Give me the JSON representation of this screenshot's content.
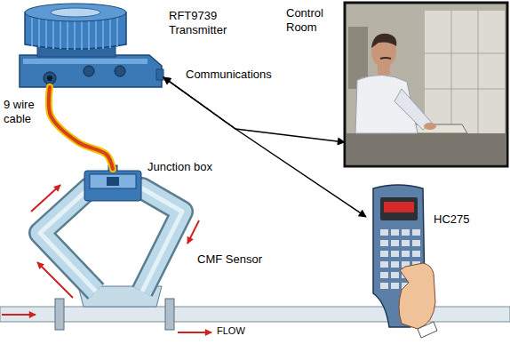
{
  "diagram": {
    "nodes": [
      {
        "text": [
          "RFT9739 Transmitter"
        ]
      },
      {
        "text": [
          "Control Room"
        ]
      },
      {
        "text": [
          "HC275"
        ]
      },
      {
        "text": [
          "Junction box"
        ]
      },
      {
        "text": [
          "CMF Sensor"
        ]
      }
    ],
    "edges": [
      {
        "from": 0,
        "to": 1,
        "arrow": "both",
        "label": "Communications"
      },
      {
        "from": 0,
        "to": 2,
        "arrow": "both"
      },
      {
        "from": 0,
        "to": 3,
        "arrow": "none",
        "label": "9 wire cable"
      }
    ],
    "labels": [
      "FLOW"
    ]
  }
}
